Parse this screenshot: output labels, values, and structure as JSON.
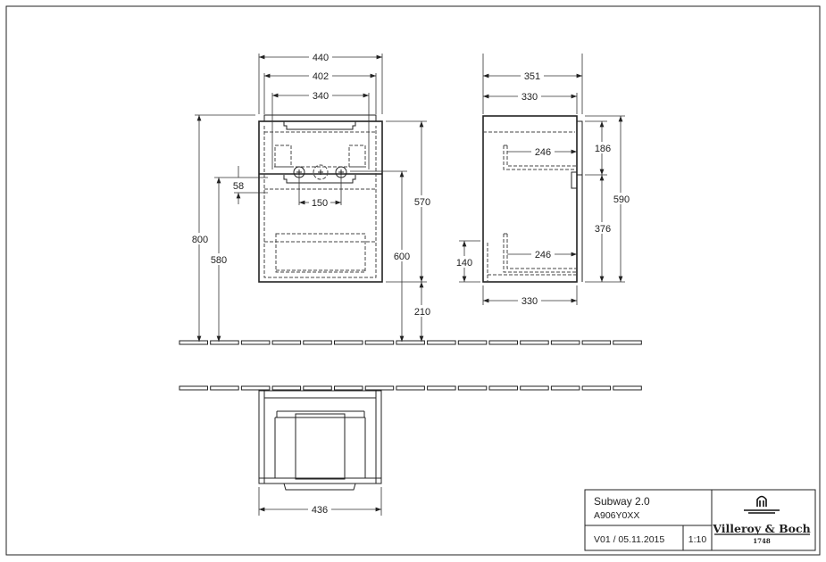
{
  "front_view": {
    "dims": {
      "width_440": "440",
      "width_402": "402",
      "width_340": "340",
      "height_800": "800",
      "height_580": "580",
      "offset_58": "58",
      "spacing_150": "150",
      "height_570": "570",
      "height_600": "600",
      "height_210": "210"
    }
  },
  "side_view": {
    "dims": {
      "depth_351": "351",
      "depth_330_top": "330",
      "depth_330_bottom": "330",
      "drawer_246_top": "246",
      "drawer_246_bottom": "246",
      "height_186": "186",
      "height_376": "376",
      "height_590": "590",
      "height_140": "140"
    }
  },
  "plan_view": {
    "dims": {
      "width_436": "436"
    }
  },
  "title_block": {
    "product": "Subway 2.0",
    "article": "A906Y0XX",
    "version_date": "V01 / 05.11.2015",
    "scale": "1:10",
    "logo_text": "Villeroy & Boch",
    "logo_year": "1748"
  }
}
